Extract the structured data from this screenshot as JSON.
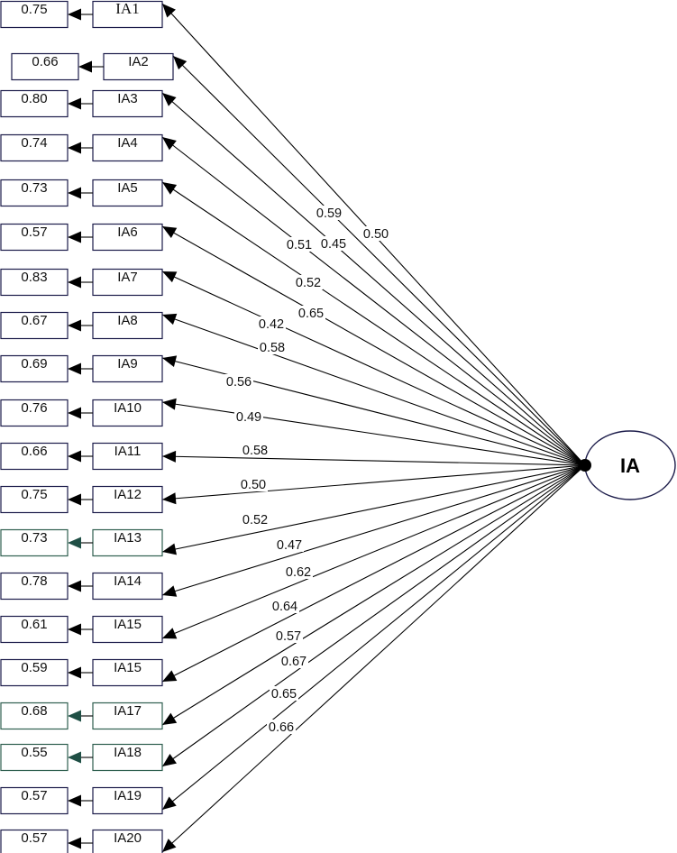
{
  "factor": {
    "name": "IA"
  },
  "indicators": [
    {
      "name": "IA1",
      "error": "0.75",
      "loading": "0.50",
      "alt_color": false,
      "serif": true
    },
    {
      "name": "IA2",
      "error": "0.66",
      "loading": "0.45",
      "alt_color": false,
      "serif": false
    },
    {
      "name": "IA3",
      "error": "0.80",
      "loading": "0.59",
      "alt_color": false,
      "serif": false
    },
    {
      "name": "IA4",
      "error": "0.74",
      "loading": "0.51",
      "alt_color": false,
      "serif": false
    },
    {
      "name": "IA5",
      "error": "0.73",
      "loading": "0.52",
      "alt_color": false,
      "serif": false
    },
    {
      "name": "IA6",
      "error": "0.57",
      "loading": "0.65",
      "alt_color": false,
      "serif": false
    },
    {
      "name": "IA7",
      "error": "0.83",
      "loading": "0.42",
      "alt_color": false,
      "serif": false
    },
    {
      "name": "IA8",
      "error": "0.67",
      "loading": "0.58",
      "alt_color": false,
      "serif": false
    },
    {
      "name": "IA9",
      "error": "0.69",
      "loading": "0.56",
      "alt_color": false,
      "serif": false
    },
    {
      "name": "IA10",
      "error": "0.76",
      "loading": "0.49",
      "alt_color": false,
      "serif": false
    },
    {
      "name": "IA11",
      "error": "0.66",
      "loading": "0.58",
      "alt_color": false,
      "serif": false
    },
    {
      "name": "IA12",
      "error": "0.75",
      "loading": "0.50",
      "alt_color": false,
      "serif": false
    },
    {
      "name": "IA13",
      "error": "0.73",
      "loading": "0.52",
      "alt_color": true,
      "serif": false
    },
    {
      "name": "IA14",
      "error": "0.78",
      "loading": "0.47",
      "alt_color": false,
      "serif": false
    },
    {
      "name": "IA15",
      "error": "0.61",
      "loading": "0.62",
      "alt_color": false,
      "serif": false
    },
    {
      "name": "IA15",
      "error": "0.59",
      "loading": "0.64",
      "alt_color": false,
      "serif": false
    },
    {
      "name": "IA17",
      "error": "0.68",
      "loading": "0.57",
      "alt_color": true,
      "serif": false
    },
    {
      "name": "IA18",
      "error": "0.55",
      "loading": "0.67",
      "alt_color": true,
      "serif": false
    },
    {
      "name": "IA19",
      "error": "0.57",
      "loading": "0.65",
      "alt_color": false,
      "serif": false
    },
    {
      "name": "IA20",
      "error": "0.57",
      "loading": "0.66",
      "alt_color": false,
      "serif": false
    }
  ]
}
